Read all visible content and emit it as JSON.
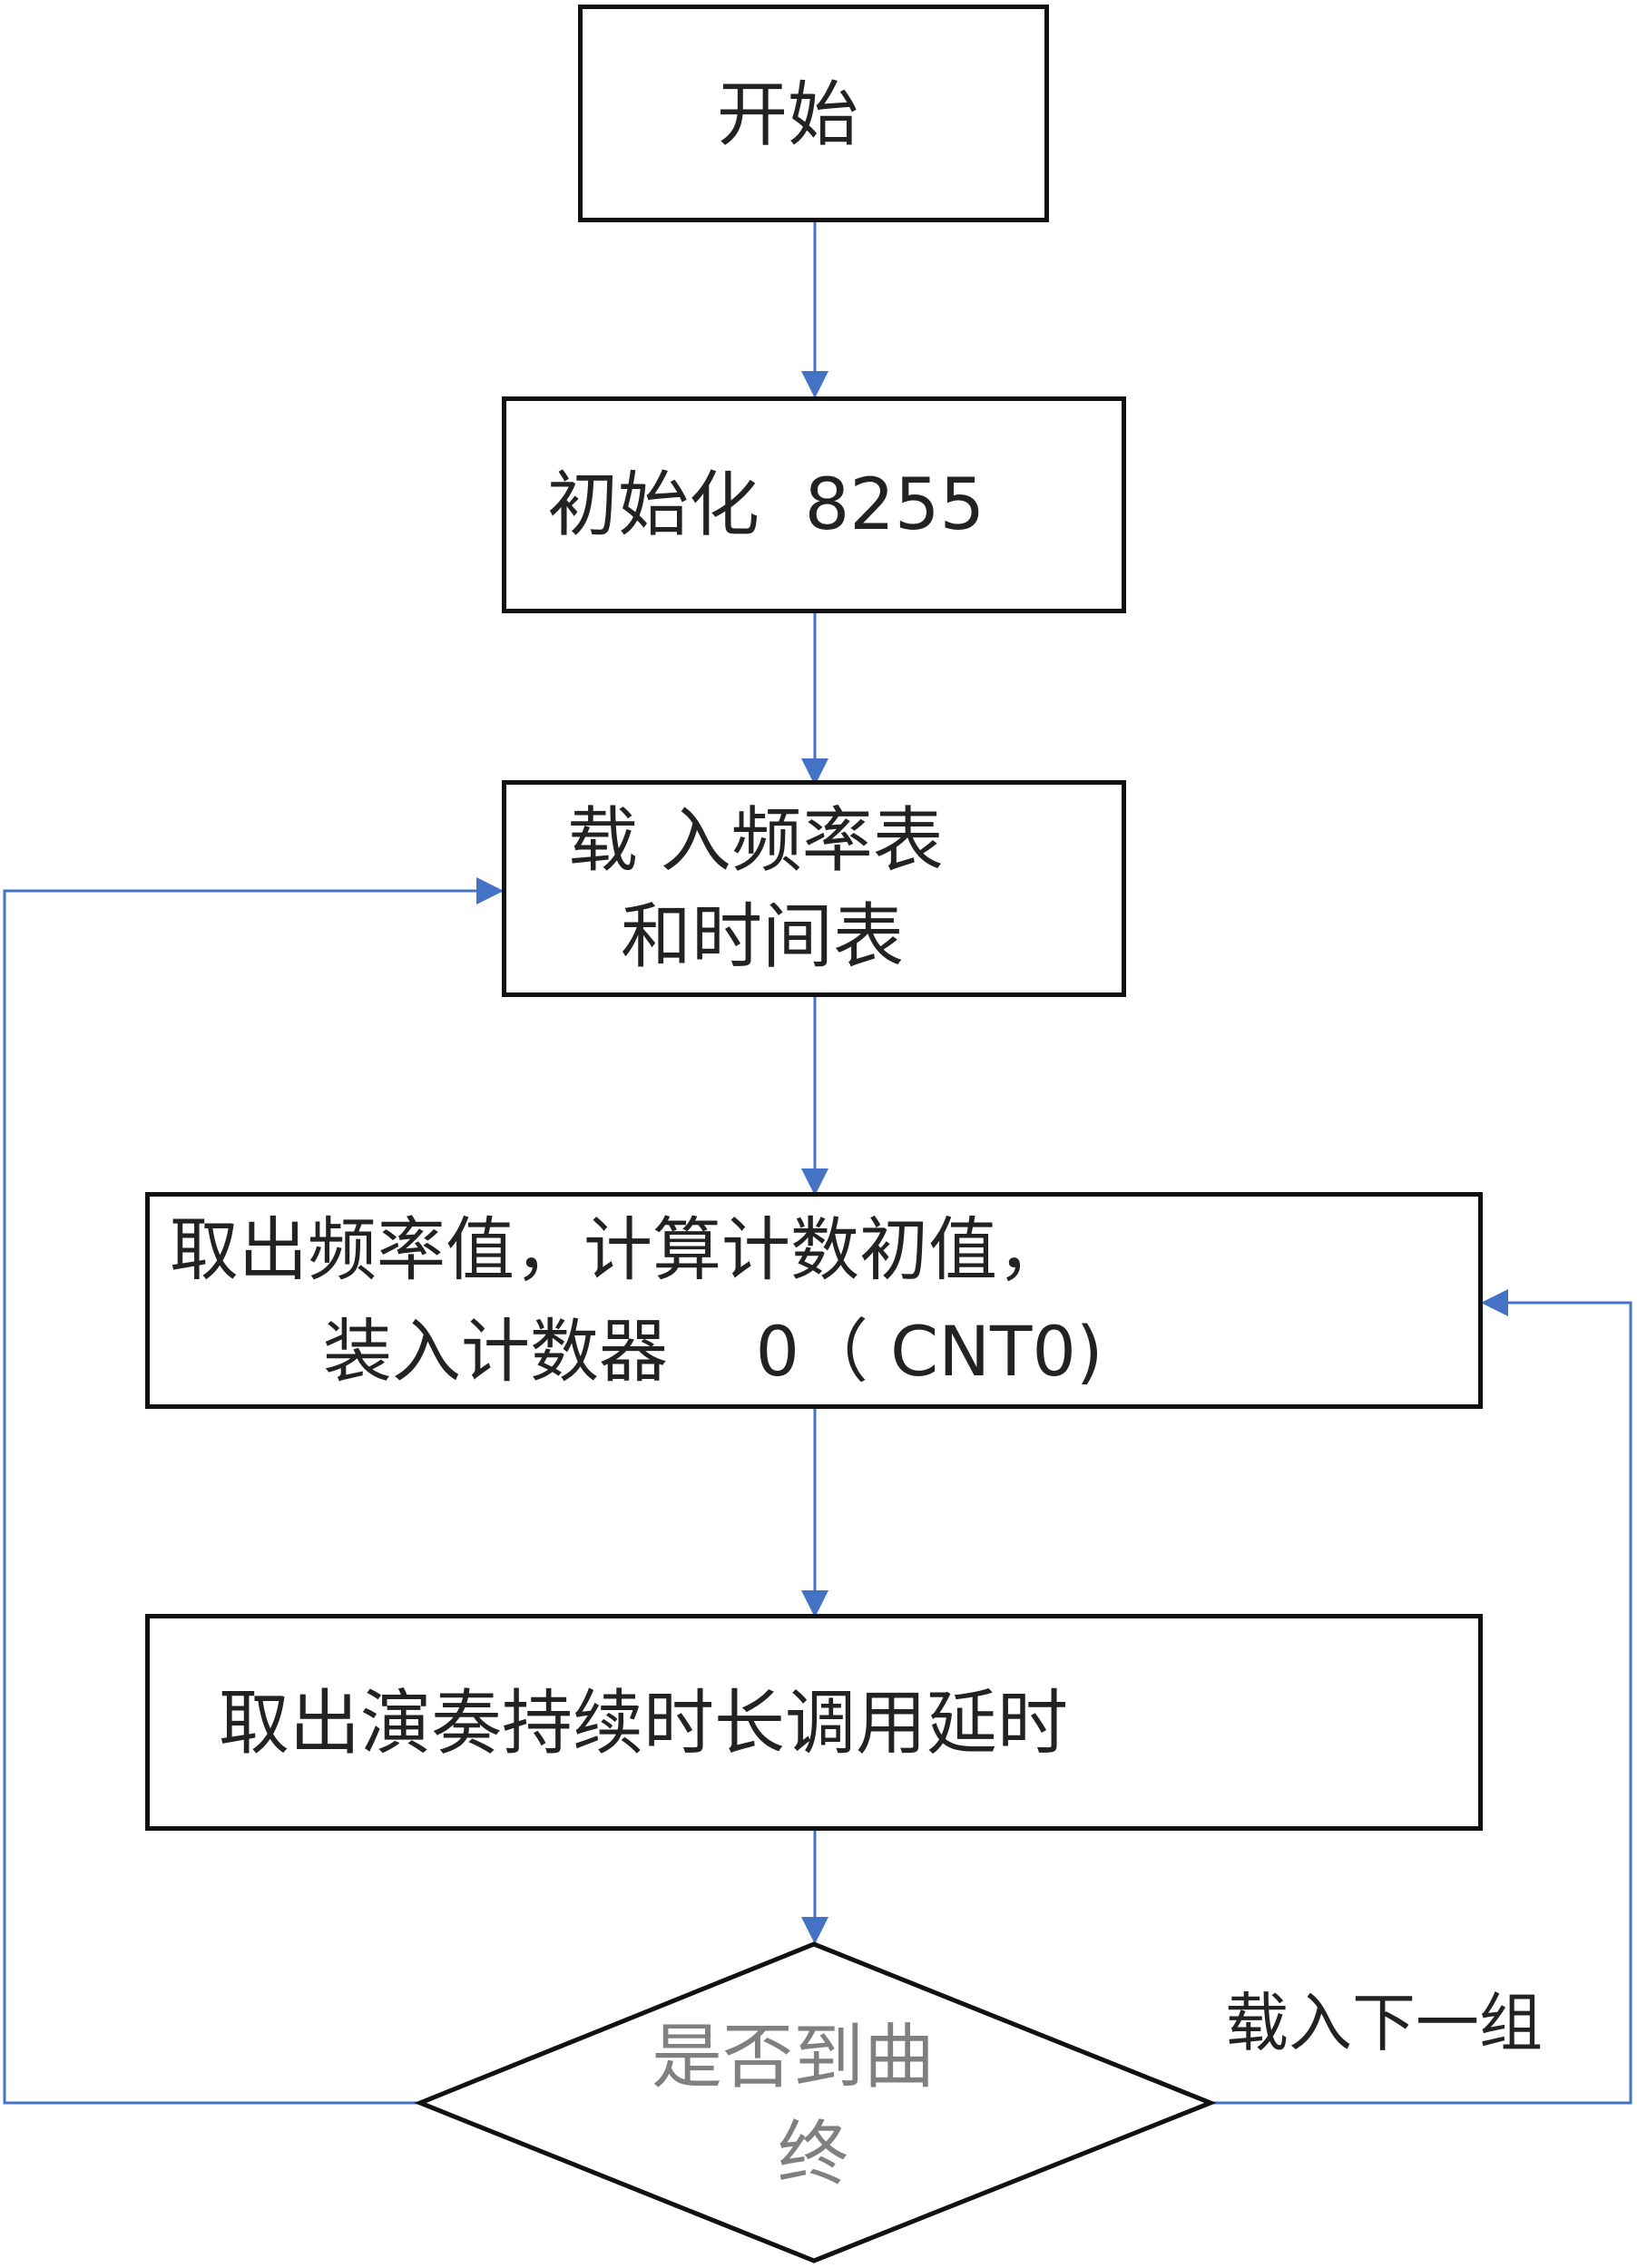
{
  "flowchart": {
    "start": "开始",
    "init": "初始化  8255",
    "load_tables_line1": "载 入频率表",
    "load_tables_line2": "和时间表",
    "fetch_freq_line1": "取出频率值，计算计数初值，",
    "fetch_freq_line2": "装入计数器    0（ CNT0)",
    "duration": "取出演奏持续时长调用延时",
    "decision_line1": "是否到曲",
    "decision_line2": "终",
    "loop_label": "载入下一组"
  },
  "colors": {
    "box_border": "#111111",
    "arrow": "#4472C4",
    "text": "#222222",
    "decision_text": "#808080"
  }
}
